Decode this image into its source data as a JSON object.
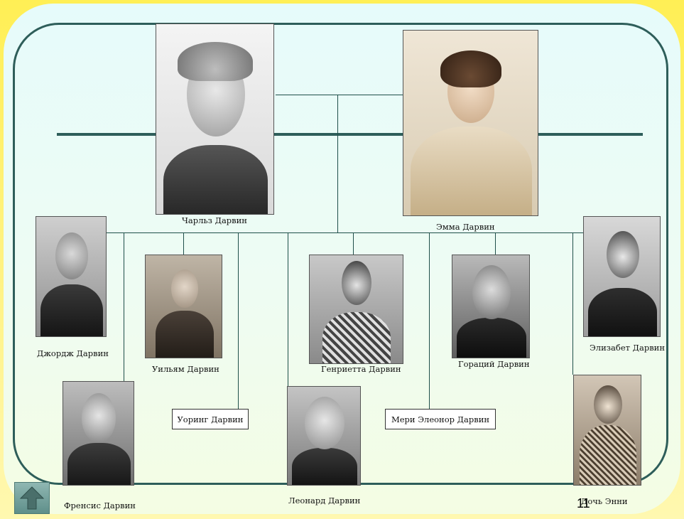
{
  "parents": {
    "father": "Чарльз Дарвин",
    "mother": "Эмма Дарвин"
  },
  "children": {
    "george": "Джордж Дарвин",
    "william": "Уильям Дарвин",
    "henrietta": "Генриетта Дарвин",
    "horace": "Гораций Дарвин",
    "elizabeth": "Элизабет Дарвин",
    "francis": "Френсис Дарвин",
    "waring": "Уоринг Дарвин",
    "leonard": "Леонард Дарвин",
    "mary_eleanor": "Мери Элеонор Дарвин",
    "annie": "Дочь Энни"
  },
  "page_number": "11",
  "nav": {
    "icon": "up-arrow-icon"
  },
  "colors": {
    "background": "#ffef55",
    "panel": "#e6fbfb",
    "lines": "#2e5e5a"
  }
}
